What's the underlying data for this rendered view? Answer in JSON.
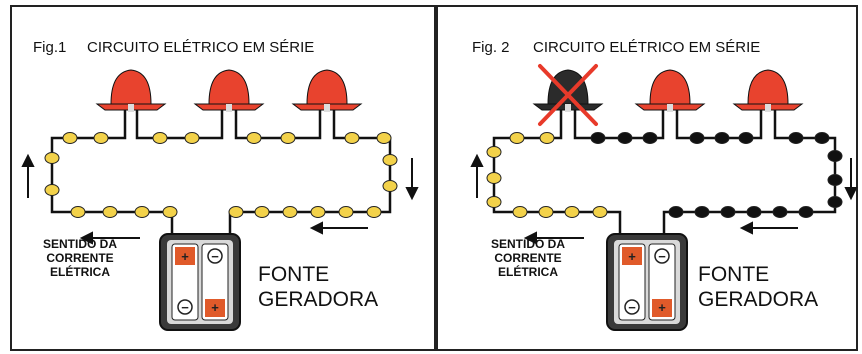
{
  "panels": [
    {
      "fig_label": "Fig.1",
      "title": "CIRCUITO ELÉTRICO EM SÉRIE",
      "current_label_lines": [
        "SENTIDO DA",
        "CORRENTE",
        "ELÉTRICA"
      ],
      "source_label_lines": [
        "FONTE",
        "GERADORA"
      ],
      "battery_signs": [
        "+",
        "−",
        "−",
        "+"
      ],
      "lamps": [
        {
          "state": "lit",
          "color": "#e8432e"
        },
        {
          "state": "lit",
          "color": "#e8432e"
        },
        {
          "state": "lit",
          "color": "#e8432e"
        }
      ]
    },
    {
      "fig_label": "Fig. 2",
      "title": "CIRCUITO ELÉTRICO EM SÉRIE",
      "current_label_lines": [
        "SENTIDO DA",
        "CORRENTE",
        "ELÉTRICA"
      ],
      "source_label_lines": [
        "FONTE",
        "GERADORA"
      ],
      "battery_signs": [
        "+",
        "−",
        "−",
        "+"
      ],
      "lamps": [
        {
          "state": "burnt",
          "color": "#2b2b2b"
        },
        {
          "state": "lit",
          "color": "#e8432e"
        },
        {
          "state": "lit",
          "color": "#e8432e"
        }
      ]
    }
  ],
  "colors": {
    "electron_yellow": "#f3d24a",
    "electron_black": "#111111",
    "lamp_red": "#e8432e",
    "cross_red": "#e83a2a",
    "battery_orange": "#e05a2a",
    "wire": "#111111",
    "panel_border": "#222222"
  }
}
